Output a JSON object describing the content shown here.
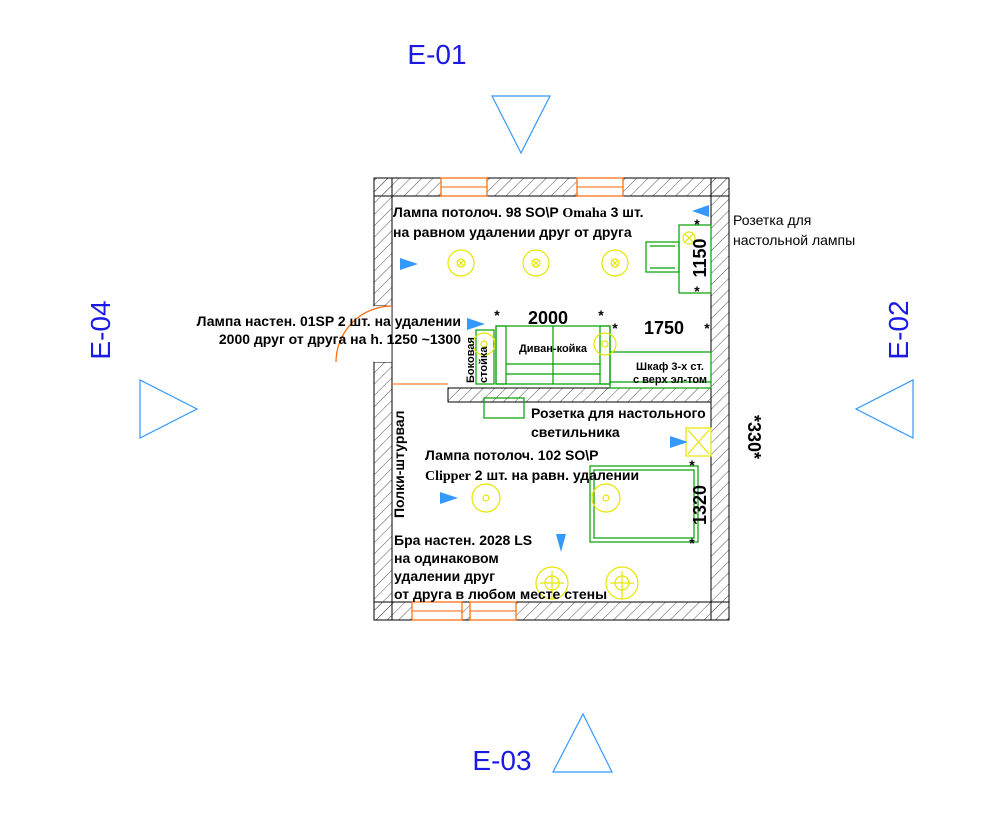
{
  "elevations": {
    "e01": "E-01",
    "e02": "E-02",
    "e03": "E-03",
    "e04": "E-04"
  },
  "notes": {
    "ceiling_lamp_1": [
      "Лампа потолоч. 98 SO\\P ",
      "Omaha",
      " 3 шт."
    ],
    "ceiling_lamp_1_line2": "на равном удалении друг от друга",
    "outlet_lamp_right_1": "Розетка для",
    "outlet_lamp_right_2": "настольной лампы",
    "wall_lamp_1": "Лампа настен. 01SP 2 шт. на удалении",
    "wall_lamp_2": "2000 друг от друга на h. 1250 ~1300",
    "side_rack_1": "Боковая",
    "side_rack_2": "стойка",
    "sofa_bed": "Диван-койка",
    "wardrobe_1": "Шкаф 3-х ст.",
    "wardrobe_2": "с верх эл-том",
    "outlet_desk_1": "Розетка для настольного",
    "outlet_desk_2": "светильника",
    "ceiling_lamp_2": [
      "Лампа потолоч. 102 SO\\P",
      "Clipper",
      " 2 шт. на равн. удалении"
    ],
    "shelves": "Полки-штурвал",
    "sconce_1": "Бра настен. 2028 LS",
    "sconce_2": "на одинаковом",
    "sconce_3": "удалении друг",
    "sconce_4": "от друга в любом месте стены"
  },
  "dimensions": {
    "d2000": "2000",
    "d1750": "1750",
    "d1150": "1150",
    "d1320": "1320",
    "d330": "*330*",
    "star": "*"
  },
  "colors": {
    "elevation_blue": "#1a1ae6",
    "marker_triangle": "#3399ff",
    "furniture_green": "#00a000",
    "lamp_yellow": "#e6e600",
    "window_orange": "#ff6600",
    "wall_hatch": "#555555"
  }
}
